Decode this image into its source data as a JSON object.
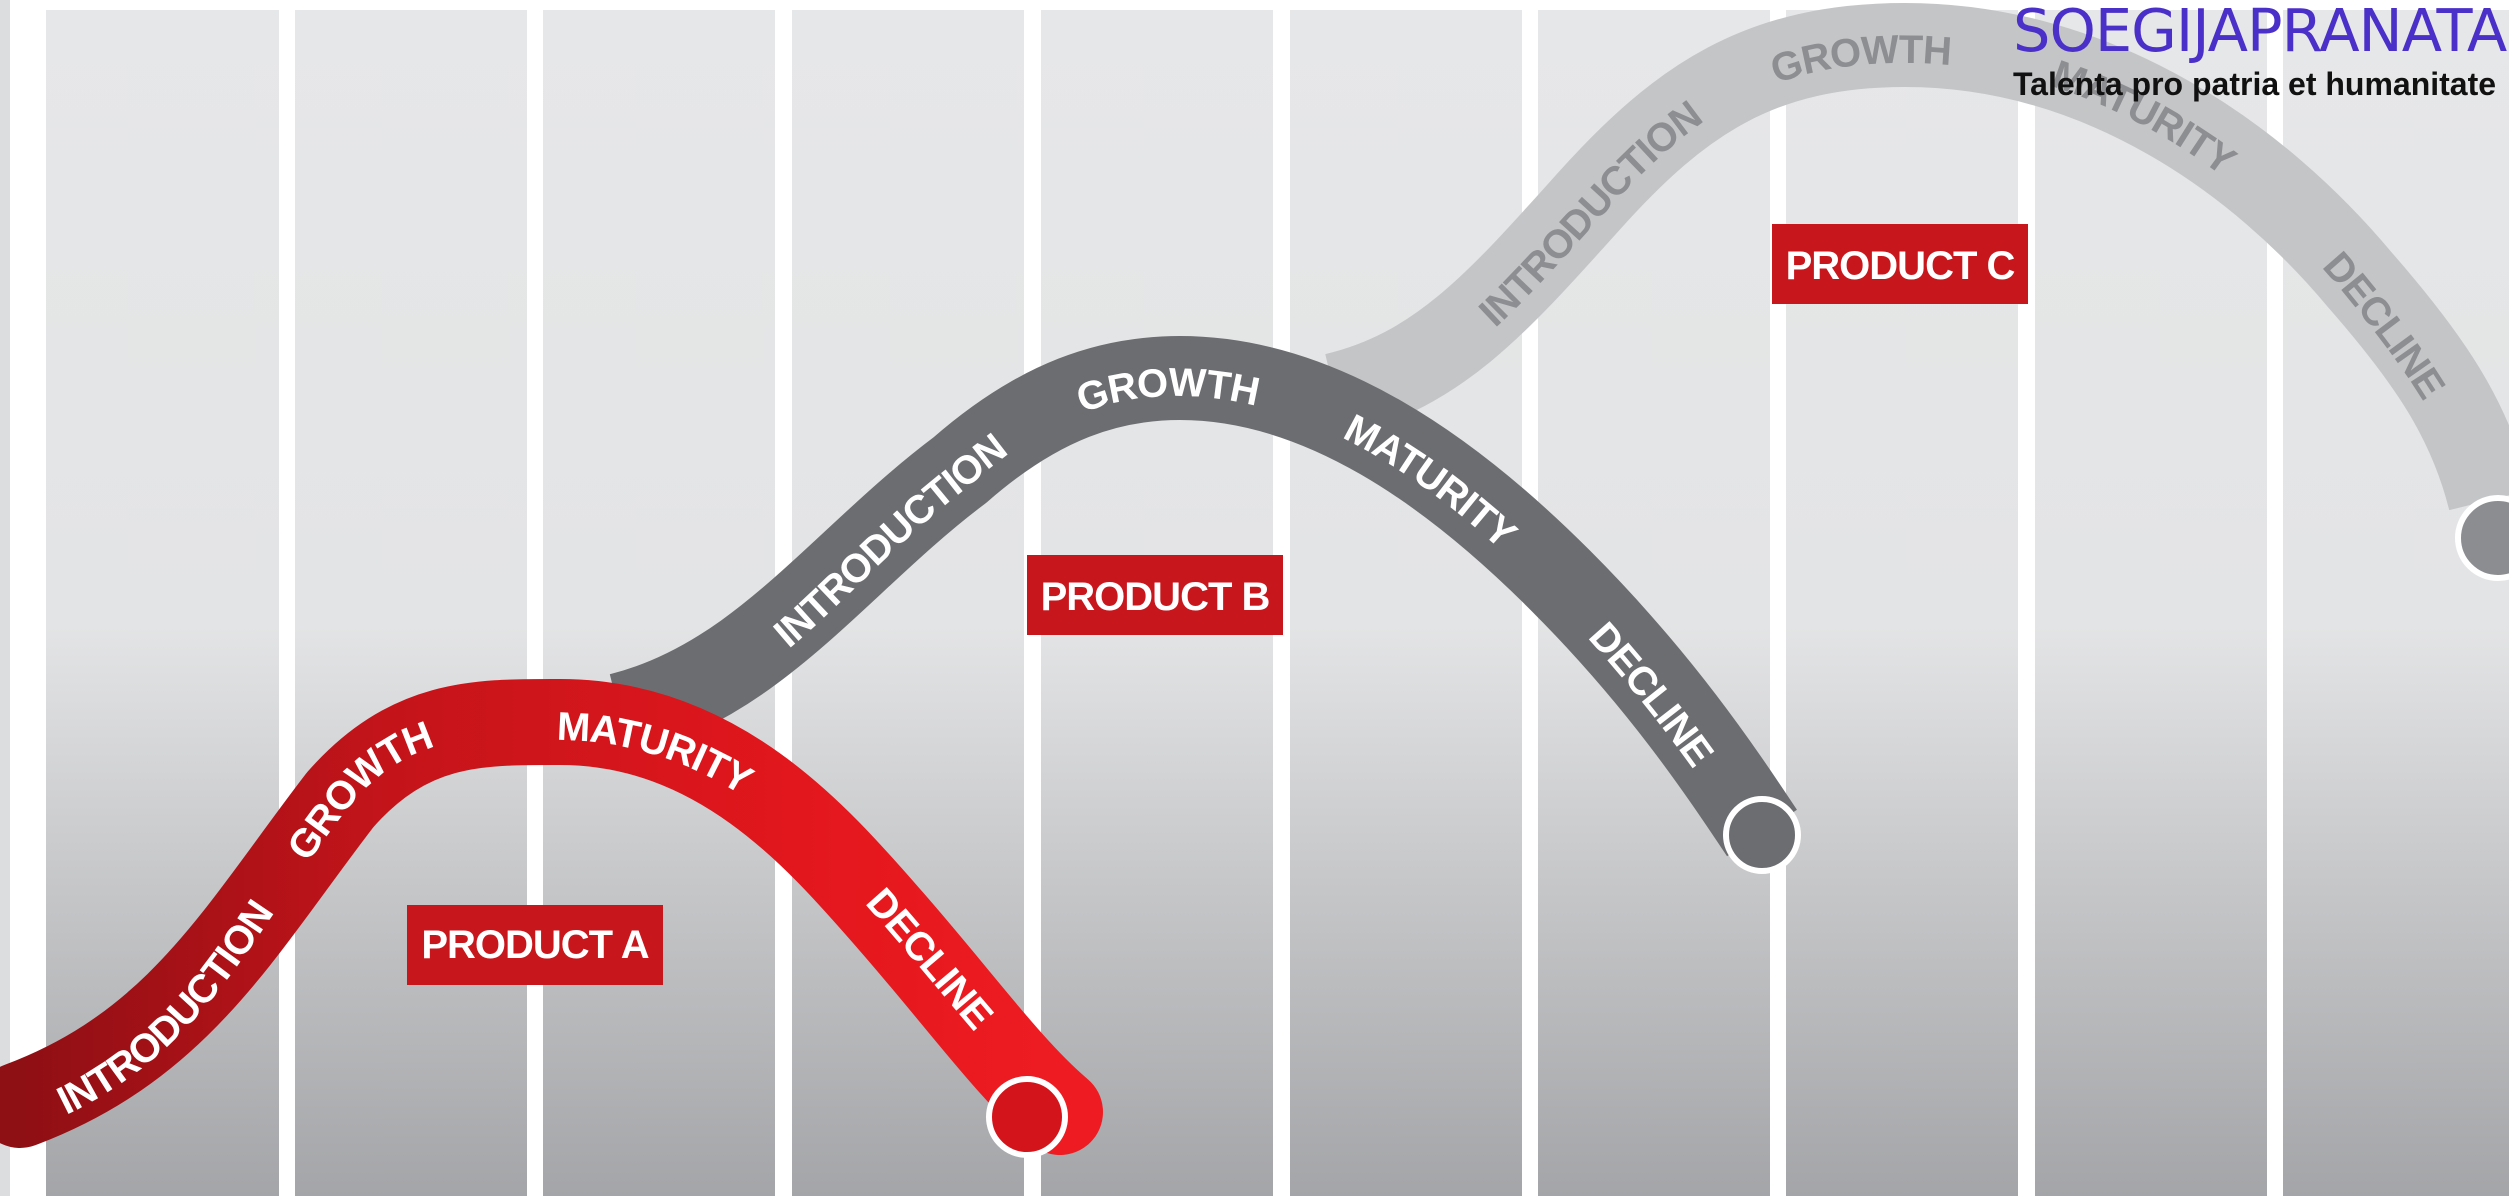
{
  "brand": {
    "name": "SOEGIJAPRANATA",
    "tagline": "Talenta pro patria et humanitate"
  },
  "colors": {
    "product_a": "#d3151b",
    "product_b": "#6c6d70",
    "product_c": "#c4c5c7",
    "label_box": "#c8161d",
    "columns": "#d9dadc"
  },
  "products": [
    {
      "label": "PRODUCT A",
      "stages": [
        "INTRODUCTION",
        "GROWTH",
        "MATURITY",
        "DECLINE"
      ]
    },
    {
      "label": "PRODUCT B",
      "stages": [
        "INTRODUCTION",
        "GROWTH",
        "MATURITY",
        "DECLINE"
      ]
    },
    {
      "label": "PRODUCT C",
      "stages": [
        "INTRODUCTION",
        "GROWTH",
        "MATURITY",
        "DECLINE"
      ]
    }
  ]
}
